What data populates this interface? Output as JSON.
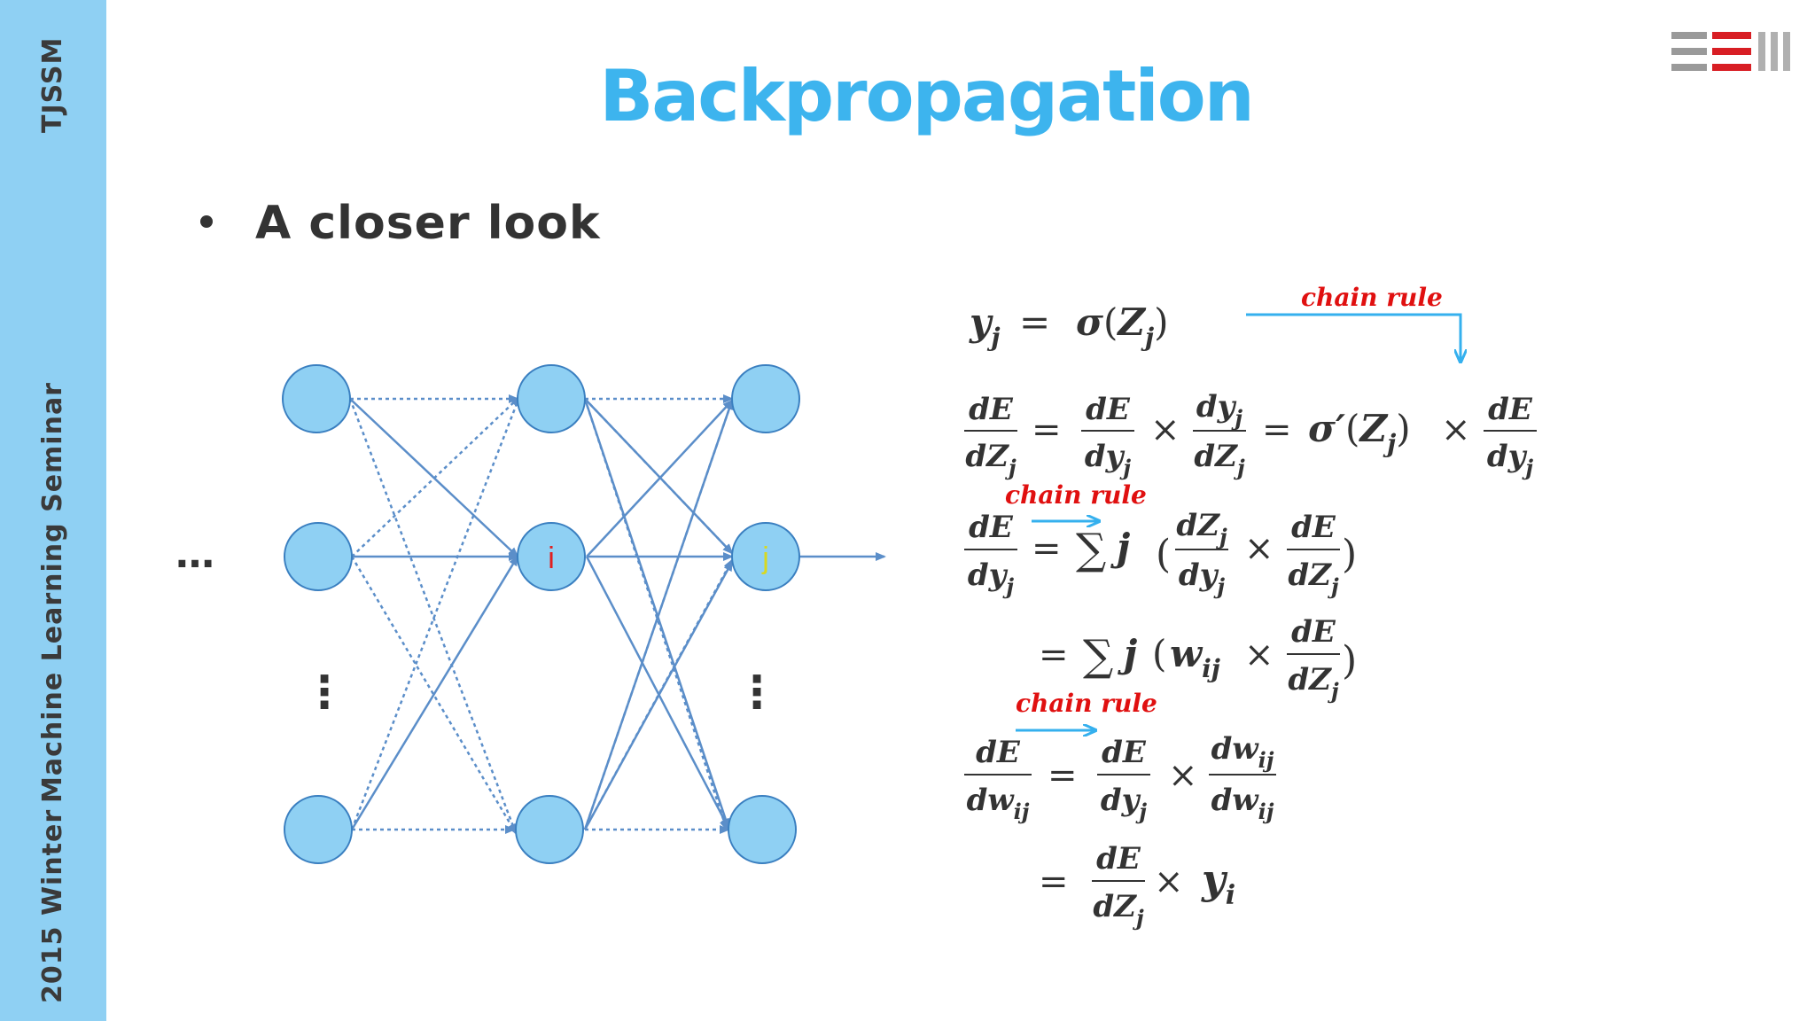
{
  "sidebar": {
    "org": "TJSSM",
    "seminar": "Machine Learning Seminar",
    "season": "2015  Winter"
  },
  "slide": {
    "title": "Backpropagation",
    "bullet": "A closer look"
  },
  "network": {
    "left_ellipsis": "…",
    "vertical_ellipsis": "⋮",
    "node_i": "i",
    "node_j": "j",
    "colors": {
      "node_fill": "#8fd0f3",
      "node_stroke": "#3a7fc0",
      "edge": "#5b8ec9",
      "node_i_label": "#e02020",
      "node_j_label": "#d8d820"
    }
  },
  "equations": {
    "chain_rule_label": "chain rule",
    "accent_arrow_color": "#35b0ee"
  }
}
